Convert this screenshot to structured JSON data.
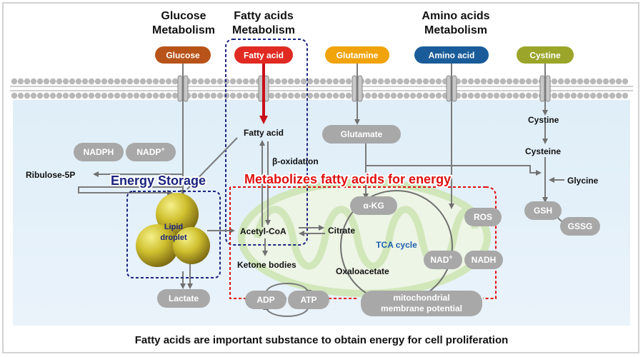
{
  "headers": {
    "glucose_l1": "Glucose",
    "glucose_l2": "Metabolism",
    "fatty_l1": "Fatty acids",
    "fatty_l2": "Metabolism",
    "amino_l1": "Amino acids",
    "amino_l2": "Metabolism"
  },
  "inputs": {
    "glucose": "Glucose",
    "fatty_acid": "Fatty acid",
    "glutamine": "Glutamine",
    "amino_acid": "Amino acid",
    "cystine": "Cystine"
  },
  "colors": {
    "glucose": "#b8541a",
    "fatty_acid": "#e02a22",
    "glutamine": "#f0a30a",
    "amino_acid": "#1a5c9a",
    "cystine": "#9ba52a",
    "gray_node": "#a8a8a8",
    "energy_storage": "#1a237e",
    "metabolizes": "#e01010",
    "tca_cycle": "#1f5fb0"
  },
  "nodes": {
    "nadph": "NADPH",
    "nadp_base": "NADP",
    "nadp_sup": "+",
    "glutamate": "Glutamate",
    "akg": "α-KG",
    "ros": "ROS",
    "nad_base": "NAD",
    "nad_sup": "+",
    "nadh": "NADH",
    "gsh": "GSH",
    "gssg": "GSSG",
    "lactate": "Lactate",
    "adp": "ADP",
    "atp": "ATP",
    "mito_l1": "mitochondrial",
    "mito_l2": "membrane potential"
  },
  "labels": {
    "ribulose": "Ribulose-5P",
    "fatty_acid_inner": "Fatty acid",
    "beta_oxidation": "β-oxidation",
    "acetyl_coa": "Acetyl-CoA",
    "citrate": "Citrate",
    "ketone_bodies": "Ketone bodies",
    "oxaloacetate": "Oxaloacetate",
    "tca_cycle": "TCA cycle",
    "cystine_inner": "Cystine",
    "cysteine": "Cysteine",
    "glycine": "Glycine",
    "lipid_l1": "Lipid",
    "lipid_l2": "droplet"
  },
  "regions": {
    "energy_storage": "Energy Storage",
    "metabolizes": "Metabolizes fatty acids for energy"
  },
  "caption": "Fatty acids are important substance to obtain energy for cell proliferation"
}
